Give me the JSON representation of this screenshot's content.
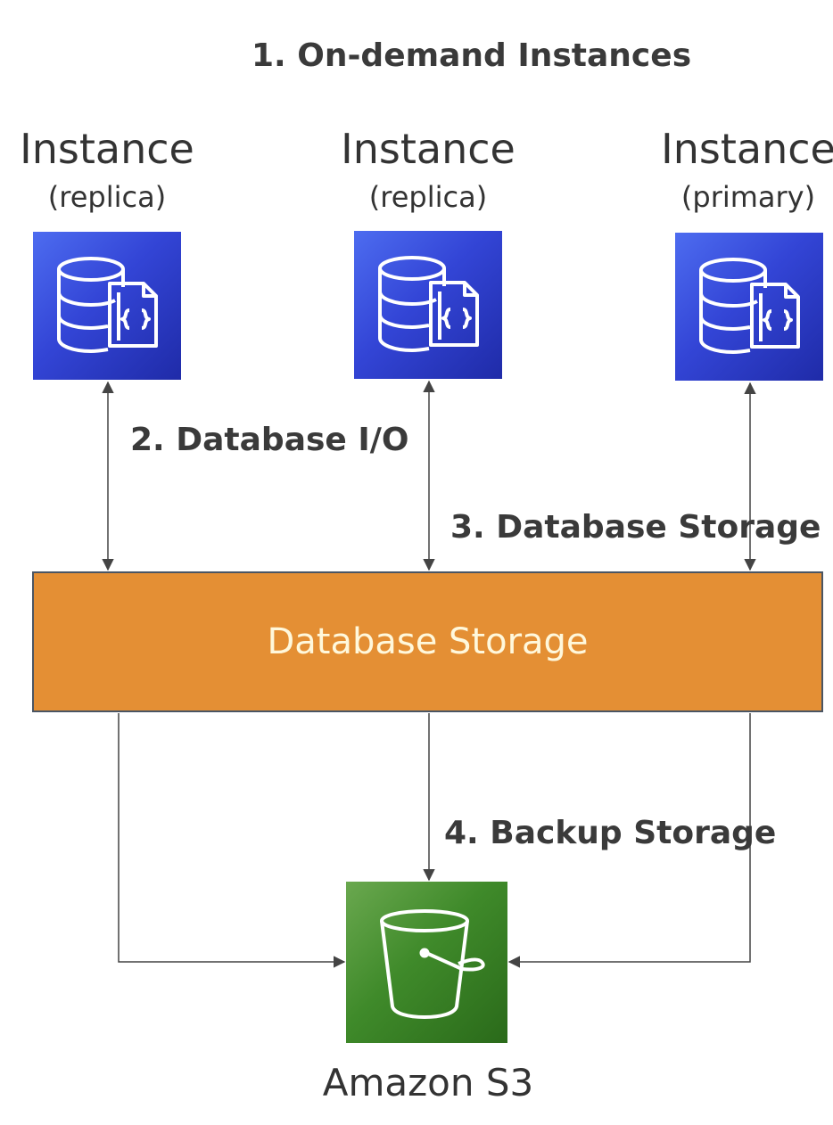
{
  "title": "1. On-demand Instances",
  "instances": [
    {
      "name": "Instance",
      "role": "(replica)",
      "icon": "database-icon"
    },
    {
      "name": "Instance",
      "role": "(replica)",
      "icon": "database-icon"
    },
    {
      "name": "Instance",
      "role": "(primary)",
      "icon": "database-icon"
    }
  ],
  "steps": {
    "io": "2. Database I/O",
    "storage": "3. Database Storage",
    "backup": "4. Backup Storage"
  },
  "storage_bar": {
    "label": "Database Storage"
  },
  "s3": {
    "label": "Amazon S3",
    "icon": "s3-bucket-icon"
  },
  "colors": {
    "db_tile": "#3345d6",
    "storage_bar": "#e48f34",
    "s3_tile": "#3f8a2a",
    "connector": "#444444"
  }
}
